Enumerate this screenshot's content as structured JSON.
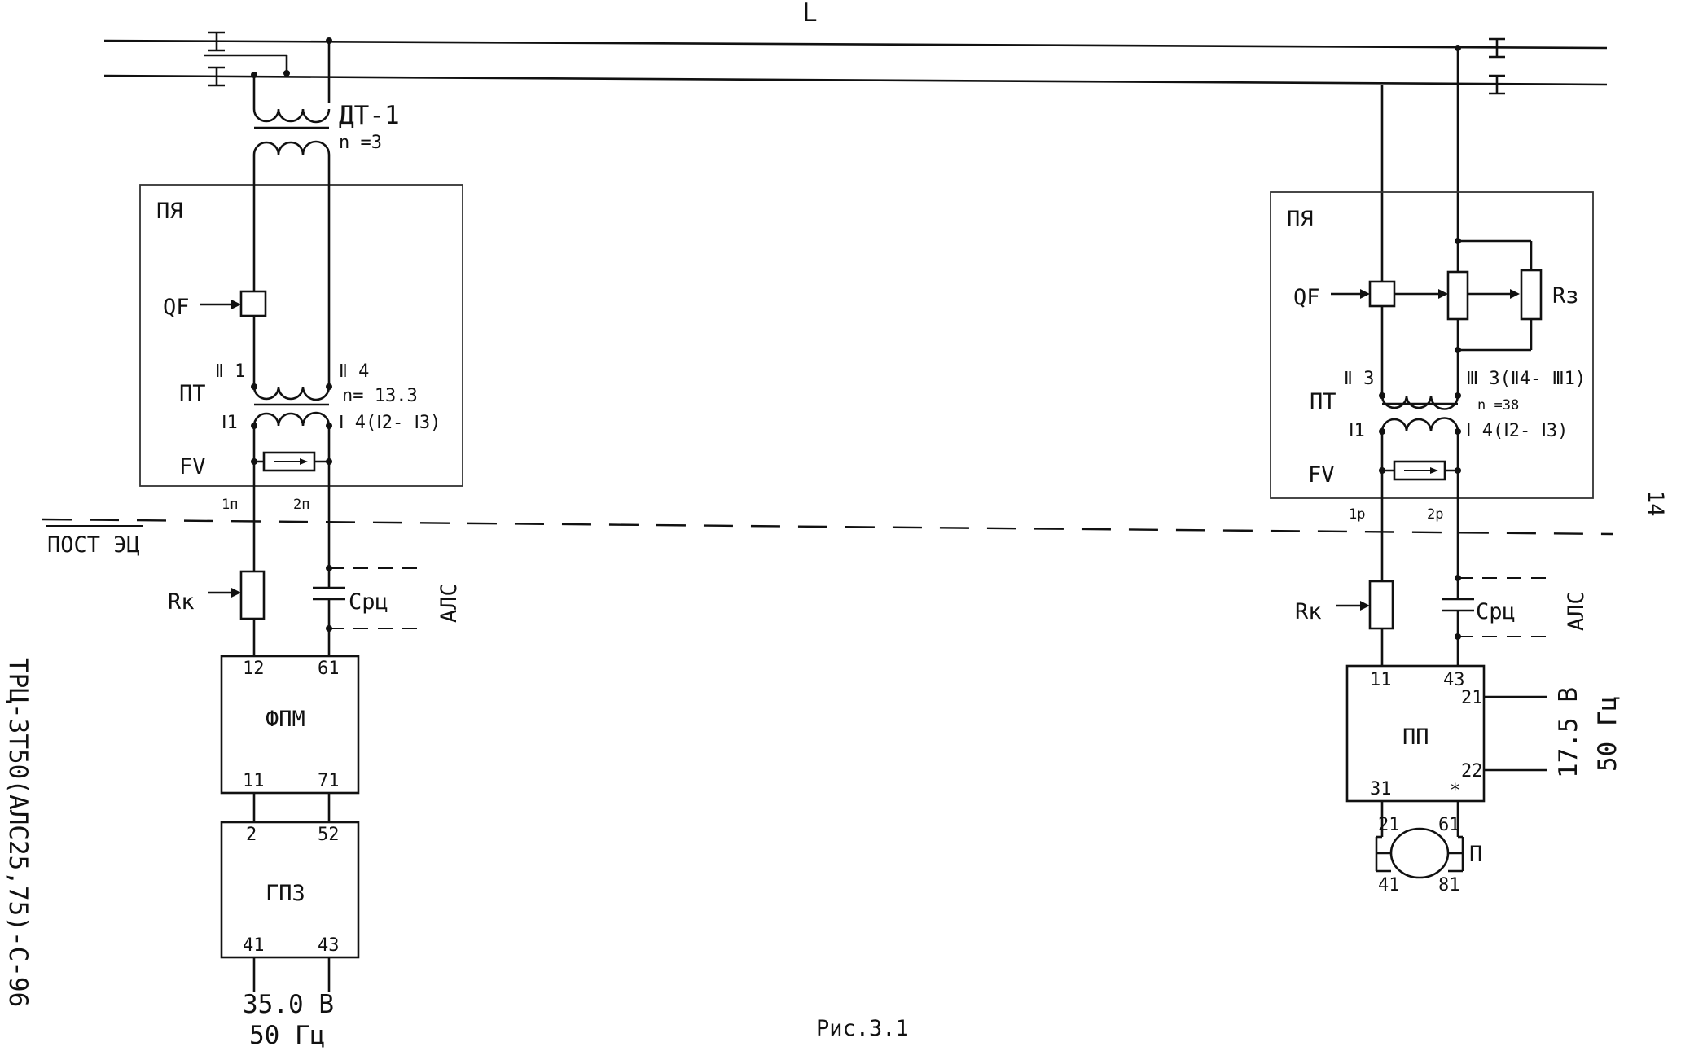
{
  "line_label": "L",
  "page_number": "14",
  "side_code": "ТРЦ-3Т50(АЛС25,75)-С-96",
  "figure_caption": "Рис.3.1",
  "section_label": "ПОСТ ЭЦ",
  "left": {
    "dt_label": "ДТ-1",
    "dt_ratio": "n =3",
    "frame_label": "ПЯ",
    "breaker": "QF",
    "pt_label": "ПТ",
    "pt_ratio": "n= 13.3",
    "term_II1": "Ⅱ 1",
    "term_II4": "Ⅱ 4",
    "term_I1": "Ⅰ1",
    "term_I4": "Ⅰ 4(Ⅰ2- Ⅰ3)",
    "fv": "FV",
    "cable_1": "1п",
    "cable_2": "2п",
    "rk": "Rк",
    "csrc": "Срц",
    "als": "АЛС",
    "fpm": {
      "name": "ФПМ",
      "t12": "12",
      "t61": "61",
      "t11": "11",
      "t71": "71"
    },
    "gpz": {
      "name": "ГПЗ",
      "t2": "2",
      "t52": "52",
      "t41": "41",
      "t43": "43"
    },
    "supply_v": "35.0  В",
    "supply_f": "50  Гц"
  },
  "right": {
    "frame_label": "ПЯ",
    "breaker": "QF",
    "rz": "Rз",
    "pt_label": "ПТ",
    "pt_ratio": "n =38",
    "term_II3": "Ⅱ 3",
    "term_III3": "Ⅲ 3(Ⅱ4- Ⅲ1)",
    "term_I1": "Ⅰ1",
    "term_I4": "Ⅰ 4(Ⅰ2- Ⅰ3)",
    "fv": "FV",
    "cable_1": "1р",
    "cable_2": "2р",
    "rk": "Rк",
    "csrc": "Срц",
    "als": "АЛС",
    "pp": {
      "name": "ПП",
      "t11": "11",
      "t43": "43",
      "t21": "21",
      "t22": "22",
      "t31": "31",
      "tstar": "*"
    },
    "supply_v": "17.5  В",
    "supply_f": "50  Гц",
    "relay": {
      "label": "П",
      "t21": "21",
      "t61": "61",
      "t41": "41",
      "t81": "81"
    }
  }
}
